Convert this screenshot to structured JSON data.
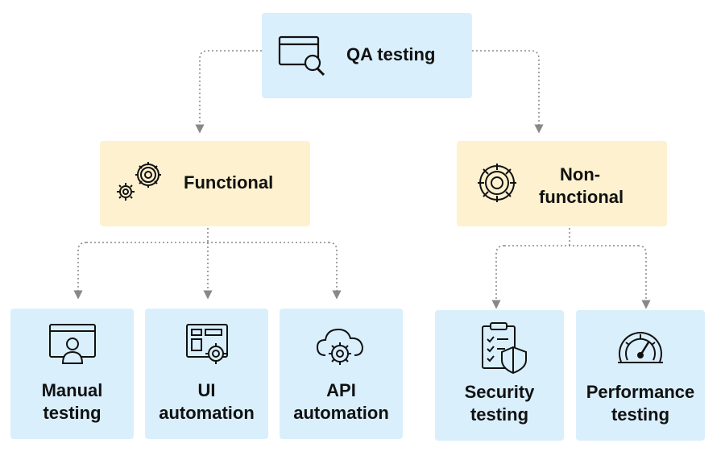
{
  "root": {
    "label": "QA testing",
    "icon": "window-magnifier-icon"
  },
  "branches": [
    {
      "label": "Functional",
      "icon": "gears-icon"
    },
    {
      "label_line1": "Non-",
      "label_line2": "functional",
      "icon": "gear-icon"
    }
  ],
  "leaves": [
    {
      "line1": "Manual",
      "line2": "testing",
      "icon": "monitor-user-icon"
    },
    {
      "line1": "UI",
      "line2": "automation",
      "icon": "ui-gear-icon"
    },
    {
      "line1": "API",
      "line2": "automation",
      "icon": "cloud-gear-icon"
    },
    {
      "line1": "Security",
      "line2": "testing",
      "icon": "clipboard-shield-icon"
    },
    {
      "line1": "Performance",
      "line2": "testing",
      "icon": "speedometer-icon"
    }
  ],
  "colors": {
    "root_fill": "#d9effc",
    "branch_fill": "#fdf1cf",
    "leaf_fill": "#d9effc",
    "connector": "#888888"
  }
}
